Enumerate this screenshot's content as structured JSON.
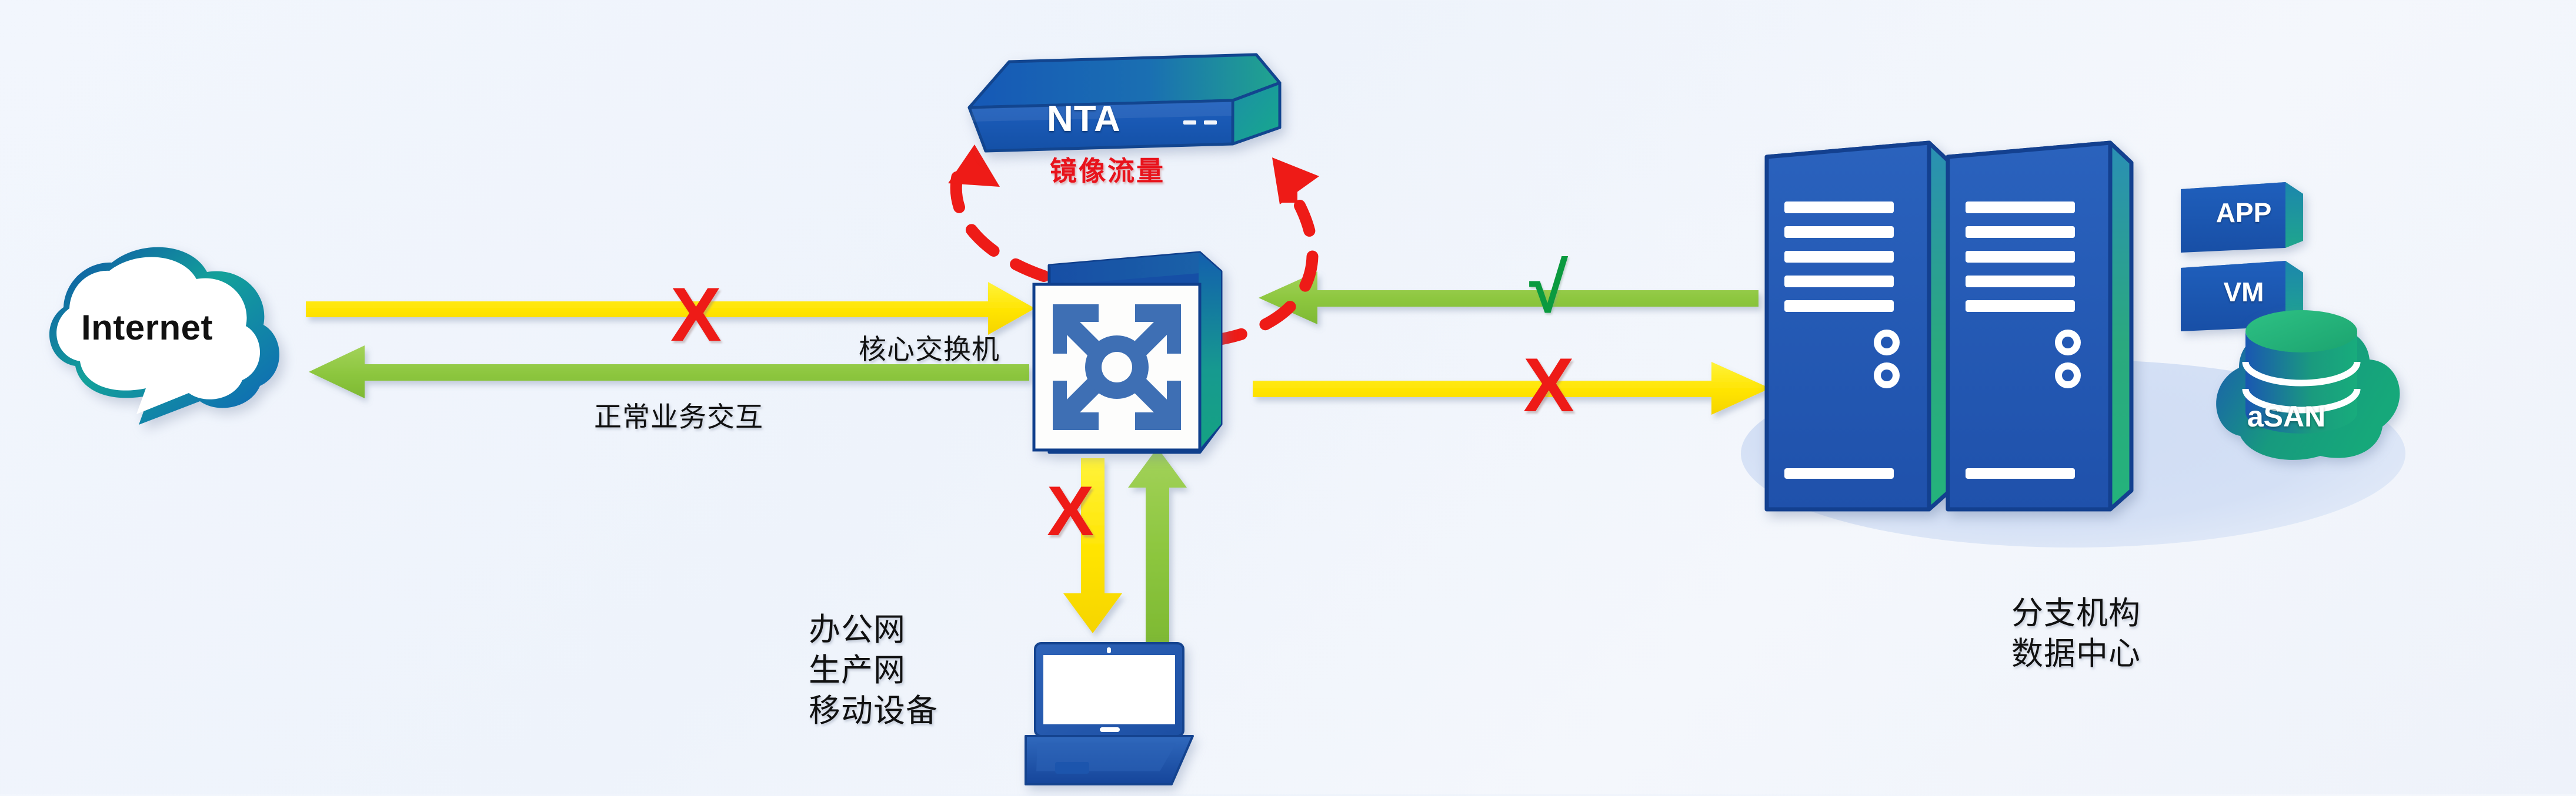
{
  "diagram": {
    "title": "NTA mirror traffic network topology",
    "background_color": "#eff4fb"
  },
  "nodes": {
    "internet": {
      "label": "Internet",
      "icon": "cloud-icon",
      "shape": "cloud"
    },
    "nta": {
      "label": "NTA",
      "icon": "appliance-icon",
      "shape": "3d-box",
      "indicator_dashes": 2
    },
    "switch": {
      "label": "核心交换机",
      "icon": "switch-icon",
      "shape": "3d-cube"
    },
    "endpoints": {
      "label": "办公网\n生产网\n移动设备",
      "icon": "laptop-icon"
    },
    "datacenter": {
      "label": "分支机构\n数据中心",
      "icon": "server-rack-icon",
      "server_count": 2
    },
    "app": {
      "label": "APP",
      "icon": "app-block-icon"
    },
    "vm": {
      "label": "VM",
      "icon": "vm-block-icon"
    },
    "asan": {
      "label": "aSAN",
      "icon": "storage-cloud-icon"
    }
  },
  "flows": {
    "mirror_traffic": {
      "label": "镜像流量",
      "style": "dashed",
      "color": "#e8131c"
    },
    "normal_business": {
      "label": "正常业务交互",
      "style": "solid",
      "color": "#8cc63e"
    }
  },
  "marks": {
    "blocked_internet_inbound": {
      "symbol": "X",
      "color": "#ee1b17"
    },
    "blocked_datacenter_outbound": {
      "symbol": "X",
      "color": "#ee1b17"
    },
    "blocked_endpoint_downlink": {
      "symbol": "X",
      "color": "#ee1b17"
    },
    "allowed_datacenter_inbound": {
      "symbol": "√",
      "color": "#0a9a3f"
    }
  },
  "colors": {
    "yellow_flow": "#ffe600",
    "green_flow": "#8cc63e",
    "red_dashed": "#ee1b17",
    "device_blue": "#1f57b5",
    "device_teal": "#18a08c"
  }
}
